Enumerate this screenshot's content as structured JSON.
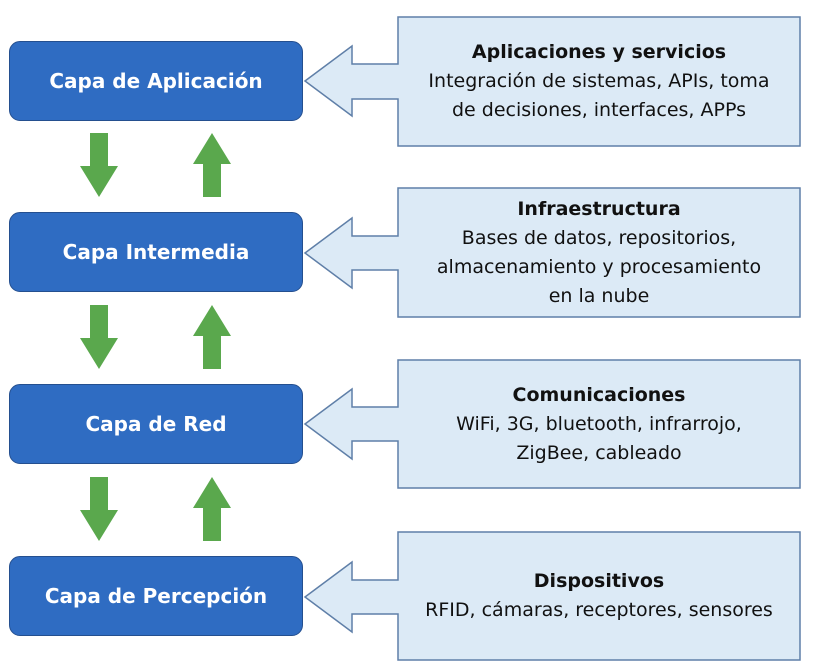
{
  "layers": [
    {
      "label": "Capa de Aplicación"
    },
    {
      "label": "Capa Intermedia"
    },
    {
      "label": "Capa de Red"
    },
    {
      "label": "Capa de Percepción"
    }
  ],
  "callouts": [
    {
      "title": "Aplicaciones y servicios",
      "lines": [
        "Integración de sistemas, APIs, toma",
        "de decisiones, interfaces, APPs"
      ]
    },
    {
      "title": "Infraestructura",
      "lines": [
        "Bases de datos, repositorios,",
        "almacenamiento y procesamiento",
        "en la nube"
      ]
    },
    {
      "title": "Comunicaciones",
      "lines": [
        "WiFi, 3G, bluetooth, infrarrojo,",
        "ZigBee, cableado"
      ]
    },
    {
      "title": "Dispositivos",
      "lines": [
        "RFID, cámaras, receptores, sensores"
      ]
    }
  ],
  "colors": {
    "layer_fill": "#2f6cc2",
    "callout_fill": "#dceaf6",
    "callout_stroke": "#5f7fa8",
    "arrow_green": "#5aa84d"
  }
}
